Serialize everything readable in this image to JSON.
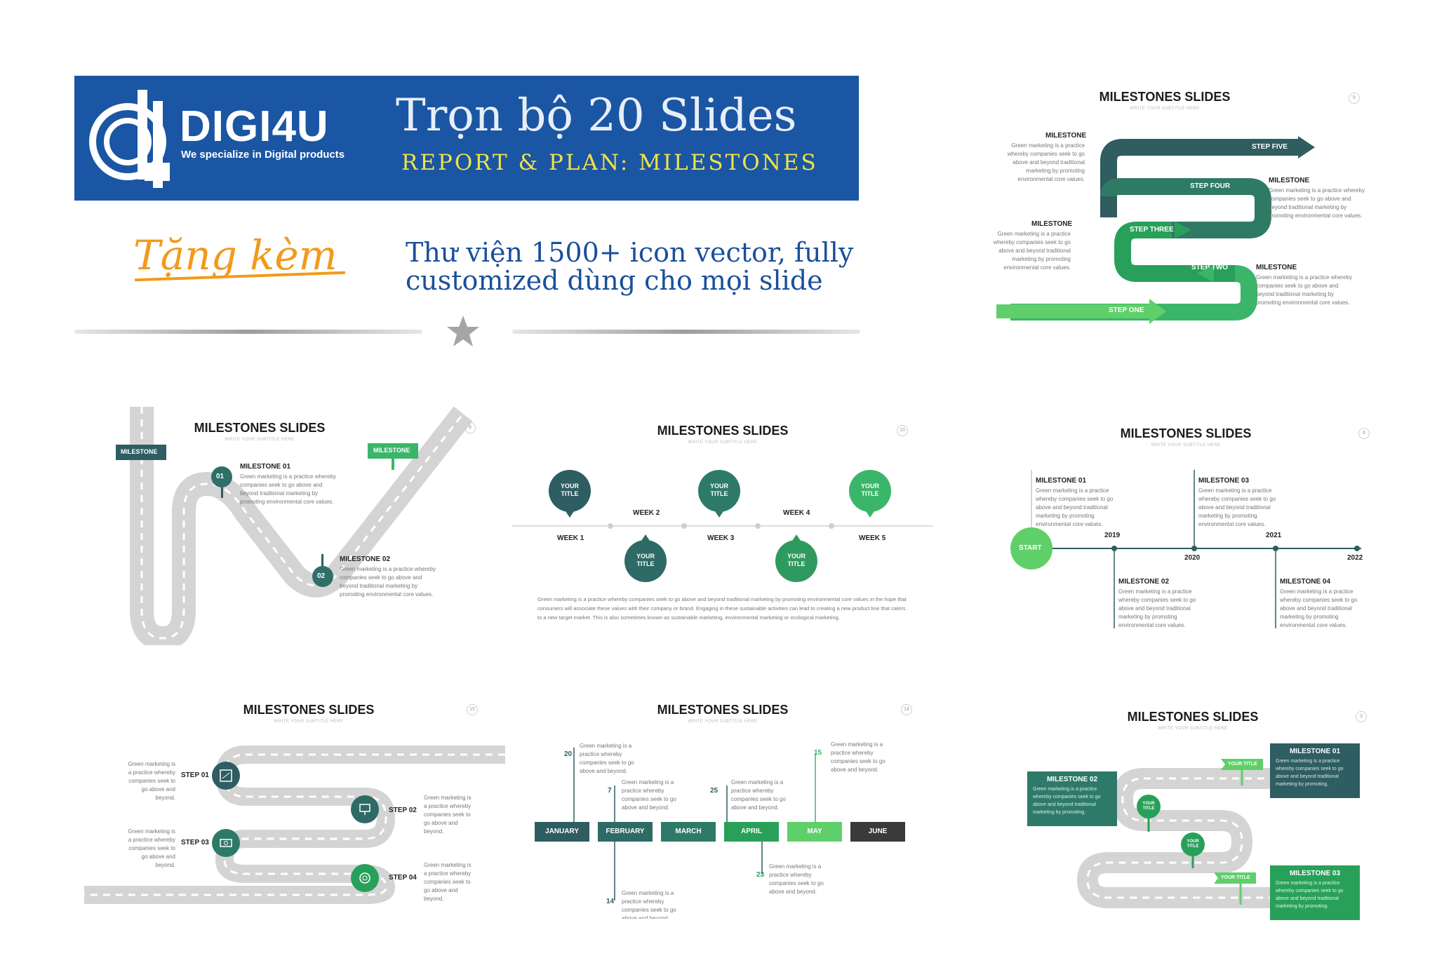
{
  "banner": {
    "brand": "DIGI4U",
    "tagline": "We specialize in Digital products",
    "title": "Trọn bộ 20 Slides",
    "subtitle": "REPORT & PLAN: MILESTONES"
  },
  "bonus_label": "Tặng kèm",
  "icon_library": "Thư viện 1500+ icon vector, fully customized dùng cho mọi slide",
  "colors": {
    "banner_blue": "#1a56a3",
    "accent_orange": "#f29a1b",
    "dark_teal": "#2e5d62",
    "green": "#28a05a",
    "light_green": "#5fcf6a",
    "road_gray": "#d4d4d4"
  },
  "slides": {
    "common_title": "MILESTONES SLIDES",
    "common_subtitle": "WRITE YOUR SUBTITLE HERE",
    "s1": {
      "page": "5",
      "steps": [
        "STEP FIVE",
        "STEP FOUR",
        "STEP THREE",
        "STEP TWO",
        "STEP ONE"
      ],
      "milestone": "MILESTONE",
      "body": "Green marketing is a practice whereby companies seek to go above and beyond traditional marketing by promoting environmental core values."
    },
    "s2": {
      "page": "8",
      "flag1": "MILESTONE",
      "flag2": "MILESTONE",
      "m1_num": "01",
      "m1_title": "MILESTONE 01",
      "m2_num": "02",
      "m2_title": "MILESTONE 02",
      "body": "Green marketing is a practice whereby companies seek to go above and beyond traditional marketing by promoting environmental core values."
    },
    "s3": {
      "page": "10",
      "pin": "YOUR TITLE",
      "weeks": [
        "WEEK 1",
        "WEEK 2",
        "WEEK 3",
        "WEEK 4",
        "WEEK 5"
      ],
      "paragraph": "Green marketing is a practice whereby companies seek to go above and beyond traditional marketing by promoting environmental core values in the hope that consumers will associate these values with their company or brand. Engaging in these sustainable activities can lead to creating a new product line that caters to a new target market. This is also sometimes known as sustainable marketing, environmental marketing or ecological marketing."
    },
    "s4": {
      "page": "6",
      "start": "START",
      "years": [
        "2019",
        "2020",
        "2021",
        "2022"
      ],
      "milestones": [
        "MILESTONE 01",
        "MILESTONE 02",
        "MILESTONE 03",
        "MILESTONE 04"
      ],
      "body": "Green marketing is a practice whereby companies seek to go above and beyond traditional marketing by promoting environmental core values."
    },
    "s5": {
      "page": "15",
      "steps": [
        "STEP 01",
        "STEP 02",
        "STEP 03",
        "STEP 04"
      ],
      "body": "Green marketing is a practice whereby companies seek to go above and beyond."
    },
    "s6": {
      "page": "14",
      "months": [
        "JANUARY",
        "FEBRUARY",
        "MARCH",
        "APRIL",
        "MAY",
        "JUNE"
      ],
      "days_above": [
        "20",
        "7",
        "25",
        "15"
      ],
      "days_below": [
        "14",
        "23"
      ],
      "body": "Green marketing is a practice whereby companies seek to go above and beyond."
    },
    "s7": {
      "page": "3",
      "m1": "MILESTONE 01",
      "m2": "MILESTONE 02",
      "m3": "MILESTONE 03",
      "pin": "YOUR TITLE",
      "flag": "YOUR TITLE",
      "body": "Green marketing is a practice whereby companies seek to go above and beyond traditional marketing by promoting."
    }
  }
}
